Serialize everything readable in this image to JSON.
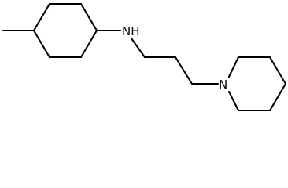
{
  "diagram": {
    "type": "skeletal-structure",
    "atoms": {
      "amine": "N",
      "hydrogen": "H",
      "ring_nitrogen": "N"
    },
    "colors": {
      "bond": "#000000",
      "background": "#ffffff"
    }
  }
}
